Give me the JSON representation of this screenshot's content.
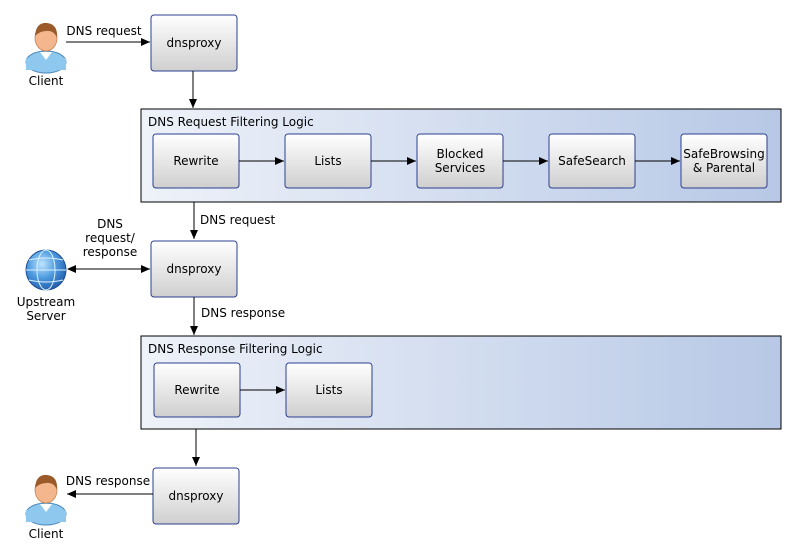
{
  "nodes": {
    "client_top_label": "Client",
    "client_bottom_label": "Client",
    "upstream_label_1": "Upstream",
    "upstream_label_2": "Server",
    "proxy_1": "dnsproxy",
    "proxy_2": "dnsproxy",
    "proxy_3": "dnsproxy"
  },
  "request_logic": {
    "title": "DNS Request Filtering Logic",
    "steps": [
      {
        "line1": "Rewrite"
      },
      {
        "line1": "Lists"
      },
      {
        "line1": "Blocked",
        "line2": "Services"
      },
      {
        "line1": "SafeSearch"
      },
      {
        "line1": "SafeBrowsing",
        "line2": "& Parental"
      }
    ]
  },
  "response_logic": {
    "title": "DNS Response Filtering Logic",
    "steps": [
      {
        "line1": "Rewrite"
      },
      {
        "line1": "Lists"
      }
    ]
  },
  "edges": {
    "client_to_proxy": "DNS request",
    "logic_to_proxy2": "DNS request",
    "upstream_1": "DNS",
    "upstream_2": "request/",
    "upstream_3": "response",
    "proxy2_to_response": "DNS response",
    "proxy3_to_client": "DNS response"
  },
  "colors": {
    "box_border": "#2b3f8f",
    "panel_start": "#eef2f9",
    "panel_end": "#b7c8e6",
    "button_start": "#ffffff",
    "button_end": "#cfcfcf",
    "skin": "#f4b68c",
    "hair": "#9a5a2a",
    "shirt": "#8ec8ef",
    "globe": "#2b74c9"
  }
}
